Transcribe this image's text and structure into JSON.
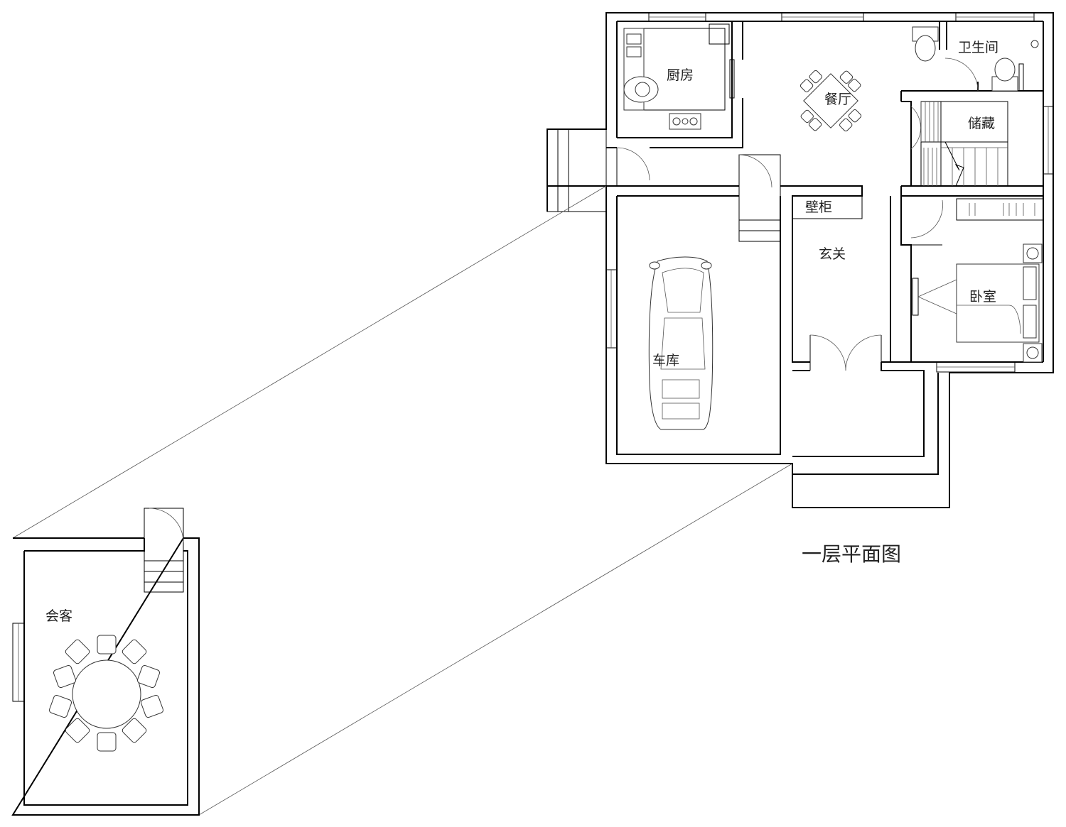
{
  "plan_title": "一层平面图",
  "rooms": {
    "kitchen": "厨房",
    "dining": "餐厅",
    "bathroom": "卫生间",
    "storage": "储藏",
    "wardrobe": "壁柜",
    "foyer": "玄关",
    "bedroom": "卧室",
    "garage": "车库",
    "reception": "会客"
  }
}
